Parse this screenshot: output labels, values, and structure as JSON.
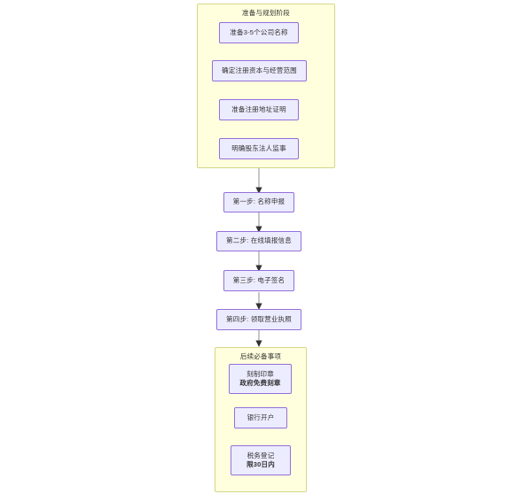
{
  "diagram": {
    "type": "flowchart",
    "direction": "top-to-bottom",
    "background_color": "#ffffff",
    "subgraph_fill": "#ffffde",
    "subgraph_stroke": "#d6d68a",
    "node_fill": "#ececff",
    "node_stroke": "#9370db",
    "edge_color": "#999999",
    "text_color": "#333333"
  },
  "subgraphs": [
    {
      "id": "preparation",
      "title": "准备与规划阶段",
      "nodes": [
        {
          "id": "prep-names",
          "line1": "准备3-5个公司名称",
          "line2": ""
        },
        {
          "id": "prep-capital",
          "line1": "确定注册资本与经营范围",
          "line2": ""
        },
        {
          "id": "prep-address",
          "line1": "准备注册地址证明",
          "line2": ""
        },
        {
          "id": "prep-people",
          "line1": "明确股东法人监事",
          "line2": ""
        }
      ]
    },
    {
      "id": "followup",
      "title": "后续必备事项",
      "nodes": [
        {
          "id": "post-seal",
          "line1": "刻制印章",
          "line2": "政府免费刻章"
        },
        {
          "id": "post-bank",
          "line1": "银行开户",
          "line2": ""
        },
        {
          "id": "post-tax",
          "line1": "税务登记",
          "line2": "限30日内"
        }
      ]
    }
  ],
  "steps": [
    {
      "id": "step-1",
      "label": "第一步: 名称申报"
    },
    {
      "id": "step-2",
      "label": "第二步: 在线填报信息"
    },
    {
      "id": "step-3",
      "label": "第三步: 电子签名"
    },
    {
      "id": "step-4",
      "label": "第四步: 领取营业执照"
    }
  ]
}
